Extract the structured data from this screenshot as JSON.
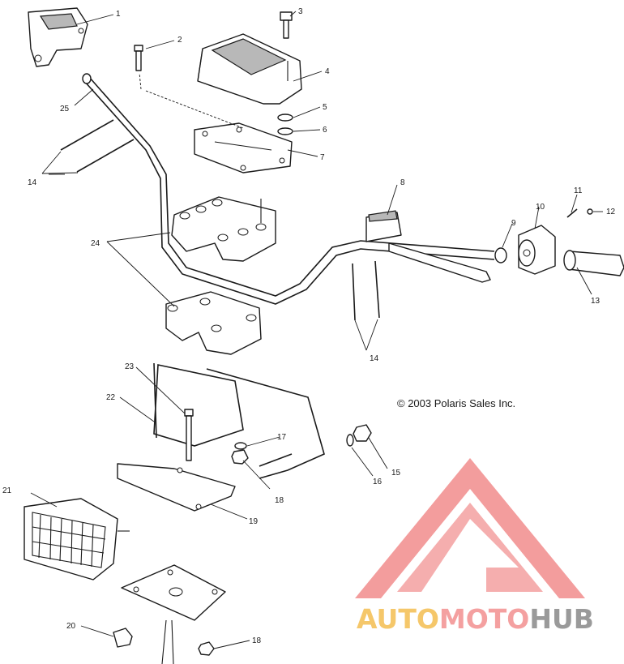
{
  "copyright": "© 2003 Polaris Sales Inc.",
  "callouts": [
    {
      "id": "c1",
      "label": "1"
    },
    {
      "id": "c2",
      "label": "2"
    },
    {
      "id": "c3",
      "label": "3"
    },
    {
      "id": "c4",
      "label": "4"
    },
    {
      "id": "c5",
      "label": "5"
    },
    {
      "id": "c6",
      "label": "6"
    },
    {
      "id": "c7",
      "label": "7"
    },
    {
      "id": "c8",
      "label": "8"
    },
    {
      "id": "c9a",
      "label": "9"
    },
    {
      "id": "c10",
      "label": "10"
    },
    {
      "id": "c11",
      "label": "11"
    },
    {
      "id": "c12",
      "label": "12"
    },
    {
      "id": "c13",
      "label": "13"
    },
    {
      "id": "c14a",
      "label": "14"
    },
    {
      "id": "c14b",
      "label": "14"
    },
    {
      "id": "c15",
      "label": "15"
    },
    {
      "id": "c16",
      "label": "16"
    },
    {
      "id": "c17",
      "label": "17"
    },
    {
      "id": "c18a",
      "label": "18"
    },
    {
      "id": "c18b",
      "label": "18"
    },
    {
      "id": "c9b",
      "label": "19"
    },
    {
      "id": "c20",
      "label": "20"
    },
    {
      "id": "c21",
      "label": "21"
    },
    {
      "id": "c22",
      "label": "22"
    },
    {
      "id": "c23",
      "label": "23"
    },
    {
      "id": "c24",
      "label": "24"
    },
    {
      "id": "c25",
      "label": "25"
    }
  ],
  "watermark": {
    "part1": "AUTO",
    "part2": "MOTO",
    "part3": "HUB",
    "color_auto": "#f5c76a",
    "color_moto": "#f4a0a0",
    "color_hub": "#9a9a9a",
    "color_logo": "#f08080"
  }
}
